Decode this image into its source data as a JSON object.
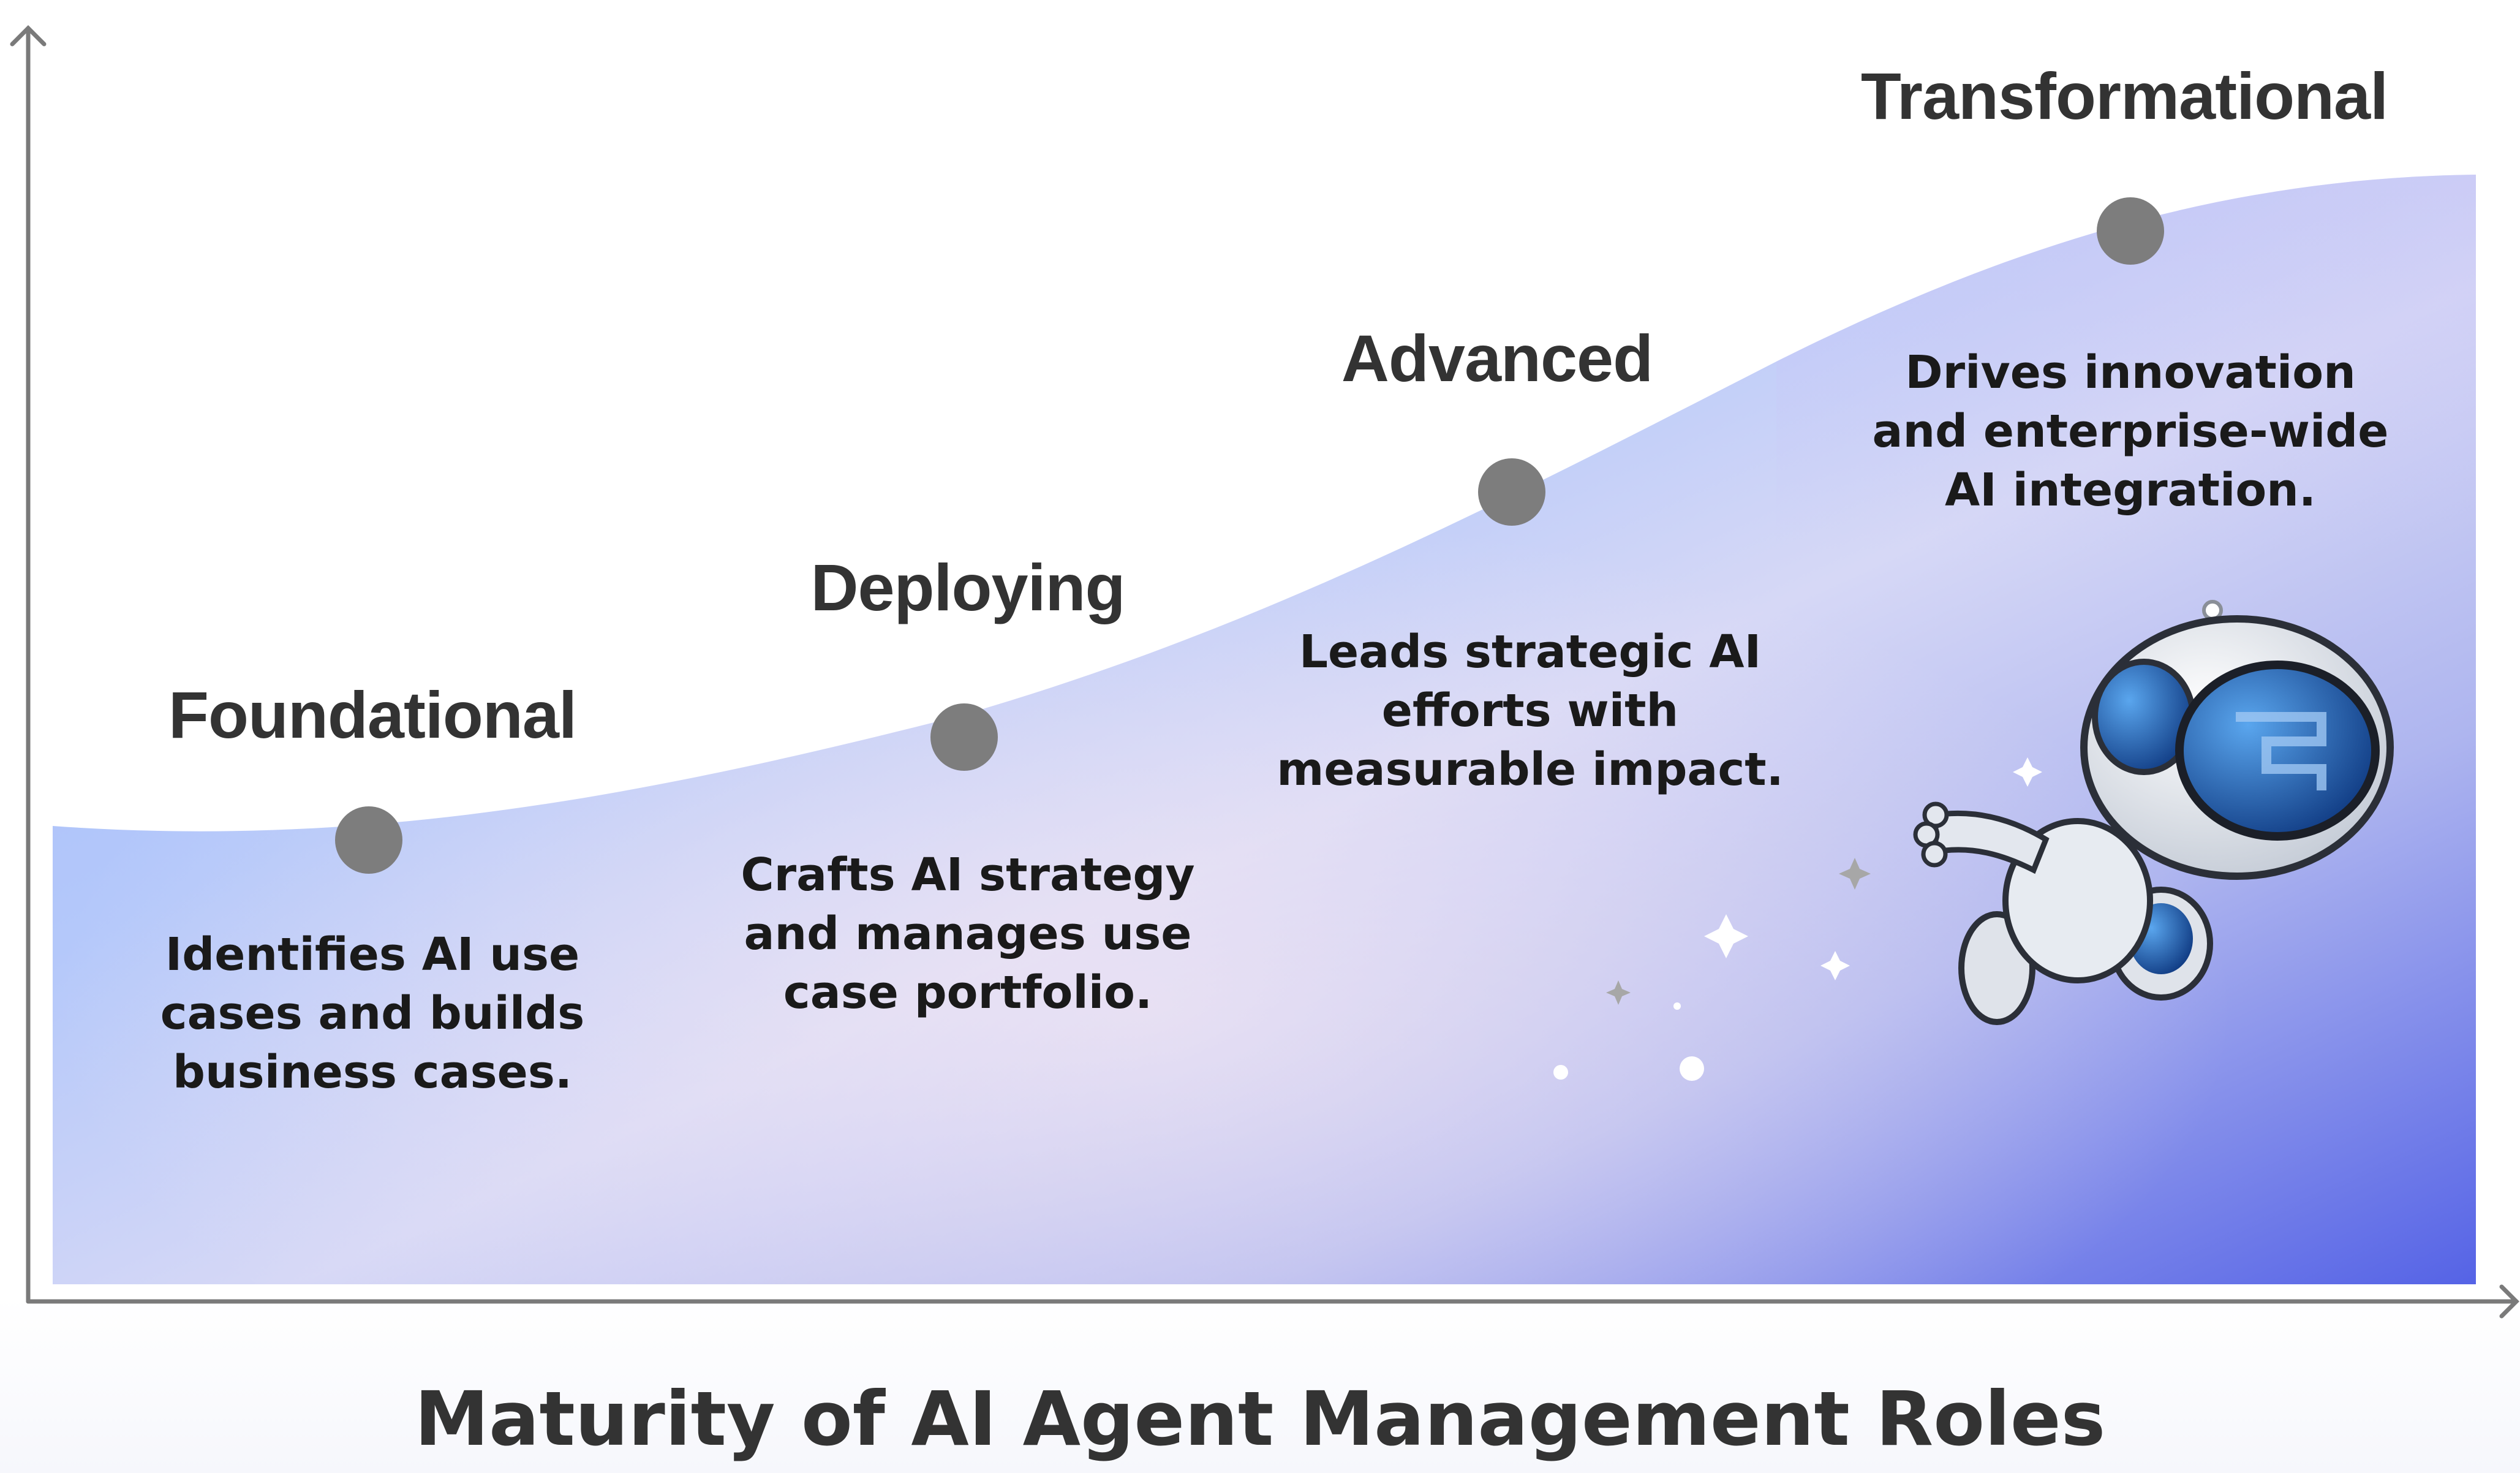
{
  "axis_title": "Maturity of AI Agent Management Roles",
  "colors": {
    "marker": "#7d7d7d",
    "axis": "#7a7a7a",
    "area_light": "#a9bcf8",
    "area_mid": "#c7d0f7",
    "area_dark": "#5b67e6",
    "text": "#333333"
  },
  "stages": [
    {
      "title": "Foundational",
      "description": [
        "Identifies AI use",
        "cases and builds",
        "business cases."
      ]
    },
    {
      "title": "Deploying",
      "description": [
        "Crafts AI strategy",
        "and manages use",
        "case portfolio."
      ]
    },
    {
      "title": "Advanced",
      "description": [
        "Leads strategic AI",
        "efforts with",
        "measurable impact."
      ]
    },
    {
      "title": "Transformational",
      "description": [
        "Drives innovation",
        "and enterprise-wide",
        "AI integration."
      ]
    }
  ],
  "illustration": "robot-astronaut-mascot"
}
